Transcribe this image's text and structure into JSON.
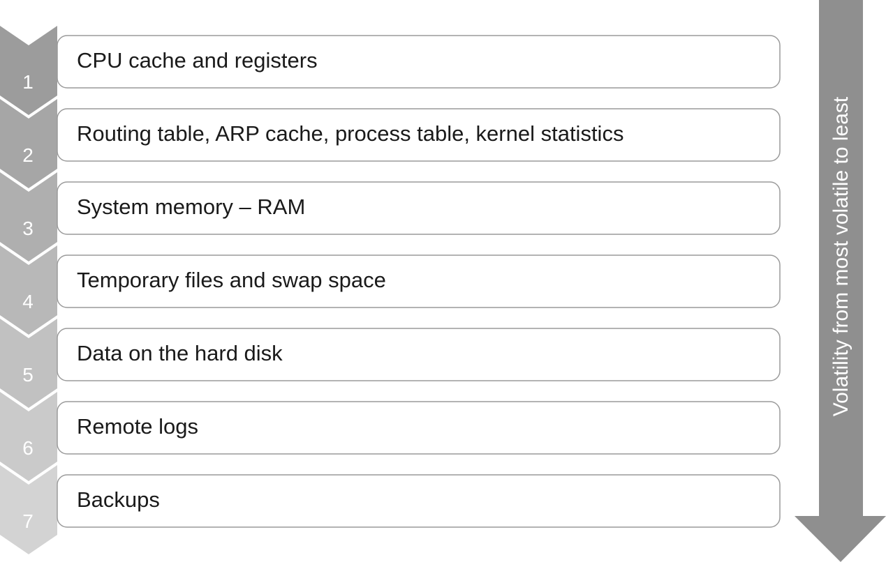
{
  "steps": [
    {
      "number": "1",
      "label": "CPU cache and registers",
      "chevron_color": "#9c9c9c"
    },
    {
      "number": "2",
      "label": "Routing table, ARP cache, process table, kernel statistics",
      "chevron_color": "#a6a6a6"
    },
    {
      "number": "3",
      "label": "System memory – RAM",
      "chevron_color": "#afafaf"
    },
    {
      "number": "4",
      "label": "Temporary files and swap space",
      "chevron_color": "#b8b8b8"
    },
    {
      "number": "5",
      "label": "Data on the hard disk",
      "chevron_color": "#c1c1c1"
    },
    {
      "number": "6",
      "label": "Remote logs",
      "chevron_color": "#cacaca"
    },
    {
      "number": "7",
      "label": "Backups",
      "chevron_color": "#d3d3d3"
    }
  ],
  "volatility_arrow": {
    "label": "Volatility from most volatile to least",
    "color": "#8f8f8f",
    "direction": "down"
  }
}
